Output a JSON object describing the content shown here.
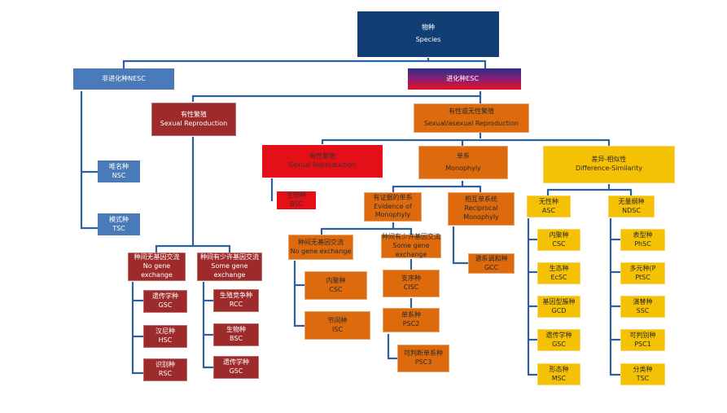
{
  "colors": {
    "connector": "#2e5f9e",
    "root": "#113f73",
    "non_evolutionary": "#4a7ab7",
    "evolutionary_gradient": [
      "#2b2e88",
      "#8b1e74",
      "#e8111f"
    ],
    "sexual_reproduction_dark": "#9d2b2b",
    "sexual_reproduction_bright": "#e50f18",
    "monophyly": "#dd6a0d",
    "difference_similarity": "#f5c104"
  },
  "root": {
    "zh": "物种",
    "en": "Species"
  },
  "nesc": {
    "label": "非进化种NESC",
    "children": [
      {
        "zh": "唯名种",
        "en": "NSC"
      },
      {
        "zh": "模式种",
        "en": "TSC"
      }
    ]
  },
  "esc": {
    "label": "进化种ESC"
  },
  "sexual": {
    "zh": "有性繁殖",
    "en": "Sexual Reproduction",
    "no_gene": {
      "zh": "种间无基因交流",
      "en1": "No gene",
      "en2": "exchange",
      "children": [
        {
          "zh": "遗传学种",
          "en": "GSC"
        },
        {
          "zh": "汉尼种",
          "en": "HSC"
        },
        {
          "zh": "识别种",
          "en": "RSC"
        }
      ]
    },
    "some_gene": {
      "zh": "种间有少许基因交流",
      "en1": "Some gene",
      "en2": "exchange",
      "children": [
        {
          "zh": "生殖竞争种",
          "en": "RCC"
        },
        {
          "zh": "生物种",
          "en": "BSC"
        },
        {
          "zh": "遗传学种",
          "en": "GSC"
        }
      ]
    }
  },
  "sexasex": {
    "zh": "有性或无性繁殖",
    "en": "Sexual/asexual Reproduction",
    "sexual2": {
      "zh": "有性繁殖",
      "en": "Sexual Reproduction",
      "child": {
        "zh": "生物种",
        "en": "BSC"
      }
    },
    "monophyly": {
      "zh": "单系",
      "en": "Monophyly",
      "evidence": {
        "zh": "有证据的单系",
        "en1": "Evidence of",
        "en2": "Monophyly",
        "no_gene": {
          "zh": "种间无基因交流",
          "en": "No gene exchange",
          "children": [
            {
              "zh": "内聚种",
              "en": "CSC"
            },
            {
              "zh": "节间种",
              "en": "ISC"
            }
          ]
        },
        "some_gene": {
          "zh": "种间有少许基因交流",
          "en1": "Some gene",
          "en2": "exchange",
          "chain": [
            {
              "zh": "支序种",
              "en": "CISC"
            },
            {
              "zh": "单系种",
              "en": "PSC2"
            },
            {
              "zh": "可判断单系种",
              "en": "PSC3"
            }
          ]
        }
      },
      "reciprocal": {
        "zh": "相互单系统",
        "en1": "Reciprocal",
        "en2": "Monophyly",
        "child": {
          "zh": "谱系调和种",
          "en": "GCC"
        }
      }
    },
    "diffsim": {
      "zh": "差异-相似性",
      "en": "Difference-Similarity",
      "asc": {
        "zh": "无性种",
        "en": "ASC",
        "children": [
          {
            "zh": "内聚种",
            "en": "CSC"
          },
          {
            "zh": "生态种",
            "en": "EcSC"
          },
          {
            "zh": "基因型簇种",
            "en": "GCD"
          },
          {
            "zh": "遗传学种",
            "en": "GSC"
          },
          {
            "zh": "形态种",
            "en": "MSC"
          }
        ]
      },
      "ndsc": {
        "zh": "无量纲种",
        "en": "NDSC",
        "children": [
          {
            "zh": "表型种",
            "en": "PhSC"
          },
          {
            "zh": "多元种(P",
            "en": "PtSC"
          },
          {
            "zh": "演替种",
            "en": "SSC"
          },
          {
            "zh": "可判别种",
            "en": "PSC1"
          },
          {
            "zh": "分类种",
            "en": "TSC"
          }
        ]
      }
    }
  }
}
